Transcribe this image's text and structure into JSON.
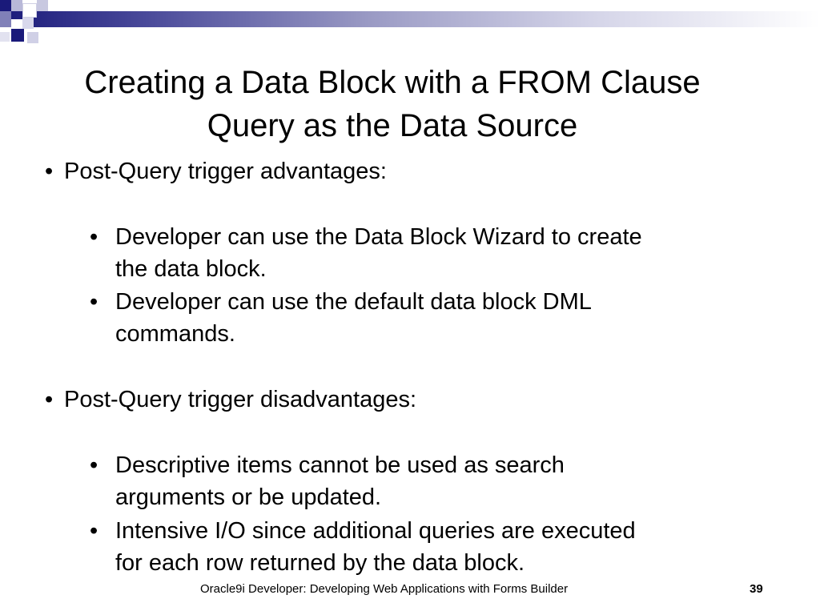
{
  "slide": {
    "title_line1": "Creating a Data Block with a FROM Clause",
    "title_line2": "Query as the Data Source",
    "bullets": [
      {
        "text": "Post-Query trigger advantages:",
        "sub": [
          {
            "line1": "Developer can use the Data Block Wizard to create",
            "line2": "the data block."
          },
          {
            "line1": "Developer can use the default data block DML",
            "line2": "commands."
          }
        ]
      },
      {
        "text": "Post-Query trigger disadvantages:",
        "sub": [
          {
            "line1": "Descriptive items cannot be used as search",
            "line2": "arguments or be updated."
          },
          {
            "line1": "Intensive I/O since additional queries are executed",
            "line2": "for each row returned by the data block."
          }
        ]
      }
    ],
    "bullet_glyph": "•"
  },
  "footer": {
    "text": "Oracle9i Developer: Developing Web Applications with Forms Builder",
    "page_number": "39"
  },
  "colors": {
    "accent_dark": "#1a1a7a",
    "accent_light": "#9a9ac4",
    "text": "#000000",
    "background": "#ffffff"
  }
}
